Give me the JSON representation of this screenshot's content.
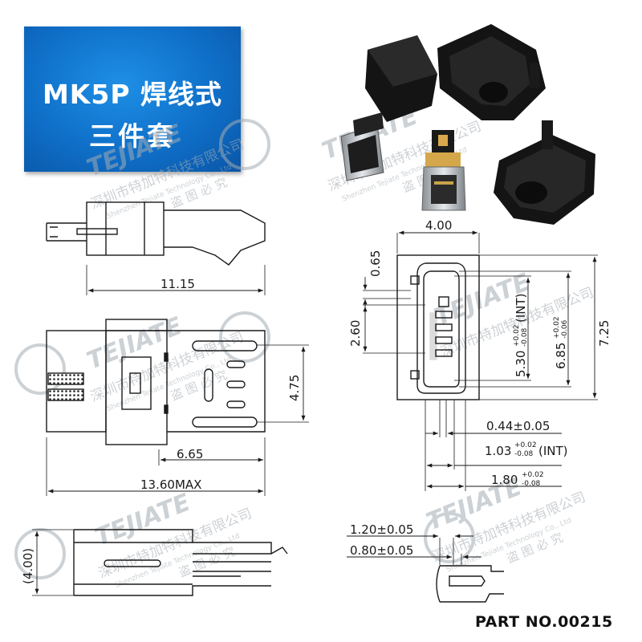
{
  "banner": {
    "line1": "MK5P 焊线式",
    "line2": "三件套"
  },
  "watermark": {
    "brand": "TEJIATE",
    "cn": "深圳市特加特科技有限公司",
    "en": "Shenzhen Tejiate Technology Co., Ltd",
    "notice": "盗 图 必 究"
  },
  "dimensions": {
    "length_11_15": "11.15",
    "length_13_60": "13.60MAX",
    "length_6_65": "6.65",
    "height_4_75": "4.75",
    "thickness_4_00": "(4.00)",
    "width_4_00": "4.00",
    "d_0_65": "0.65",
    "d_2_60": "2.60",
    "d_5_30": "5.30",
    "d_5_30_tol_up": "+0.02",
    "d_5_30_tol_dn": "-0.08",
    "d_5_30_note": "(INT)",
    "d_6_85": "6.85",
    "d_6_85_tol_up": "+0.02",
    "d_6_85_tol_dn": "-0.06",
    "d_7_25": "7.25",
    "d_0_44": "0.44±0.05",
    "d_1_03": "1.03",
    "d_1_03_tol_up": "+0.02",
    "d_1_03_tol_dn": "-0.08",
    "d_1_03_note": "(INT)",
    "d_1_80": "1.80",
    "d_1_80_tol_up": "+0.02",
    "d_1_80_tol_dn": "-0.08",
    "d_1_20": "1.20±0.05",
    "d_0_80": "0.80±0.05"
  },
  "part_number": "PART NO.00215",
  "colors": {
    "banner": "#0f6fc8",
    "line": "#1a1a1a",
    "watermark": "#9aa3a8",
    "plastic": "#141414"
  }
}
